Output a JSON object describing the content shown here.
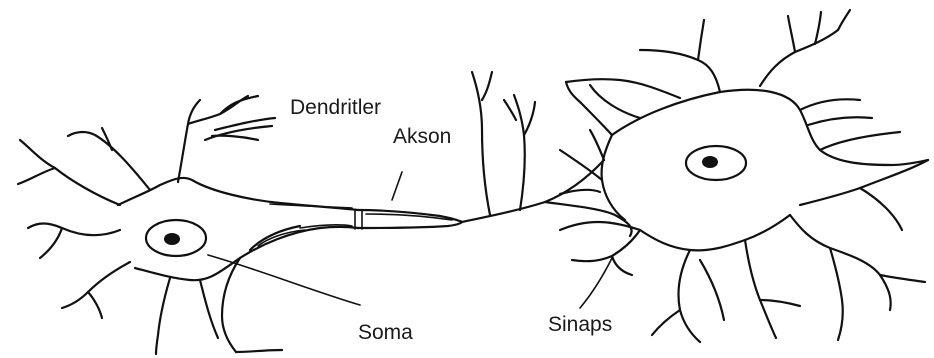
{
  "labels": {
    "dendrites": "Dendritler",
    "axon": "Akson",
    "soma": "Soma",
    "synapse": "Sinaps"
  }
}
